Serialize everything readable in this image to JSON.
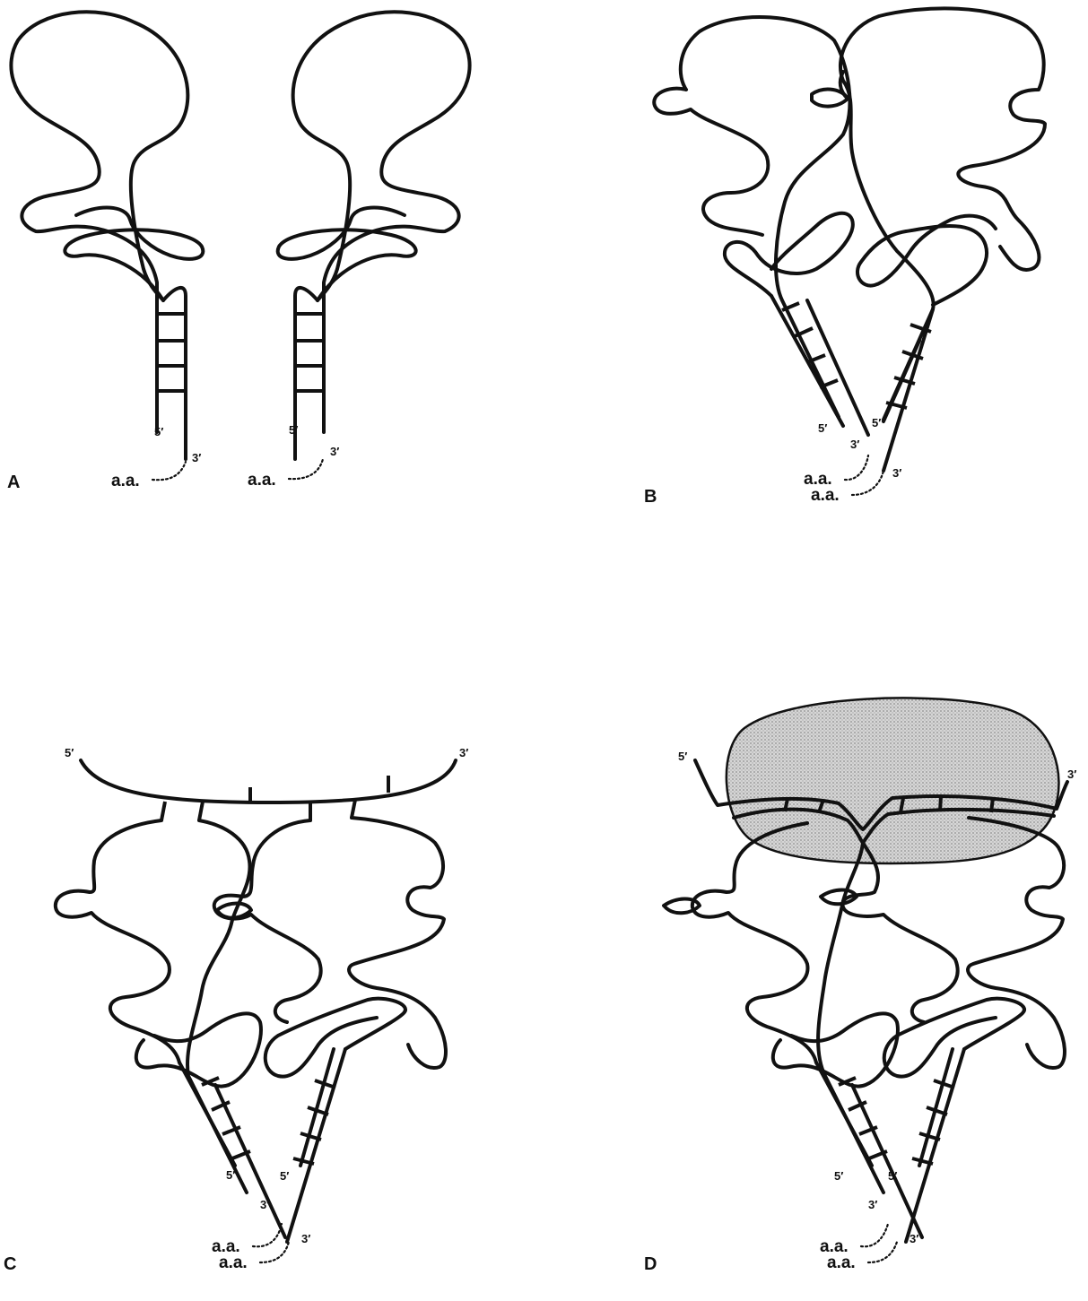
{
  "panels": {
    "A": {
      "label": "A",
      "left_5": "5′",
      "left_3": "3′",
      "left_aa": "a.a.",
      "right_5": "5′",
      "right_3": "3′",
      "right_aa": "a.a."
    },
    "B": {
      "label": "B",
      "left_5": "5′",
      "left_3": "3′",
      "left_aa": "a.a.",
      "right_5": "5′",
      "right_3": "3′",
      "right_aa": "a.a."
    },
    "C": {
      "label": "C",
      "mrna_5": "5′",
      "mrna_3": "3′",
      "left_5": "5′",
      "left_3": "3′",
      "left_aa": "a.a.",
      "right_5": "5′",
      "right_3": "3′",
      "right_aa": "a.a."
    },
    "D": {
      "label": "D",
      "mrna_5": "5′",
      "mrna_3": "3′",
      "left_5": "5′",
      "left_3": "3′",
      "left_aa": "a.a.",
      "right_5": "5′",
      "right_3": "3′",
      "right_aa": "a.a."
    }
  },
  "colors": {
    "line": "#111111",
    "ribosome_fill": "#cfcfcf",
    "background": "#ffffff"
  }
}
